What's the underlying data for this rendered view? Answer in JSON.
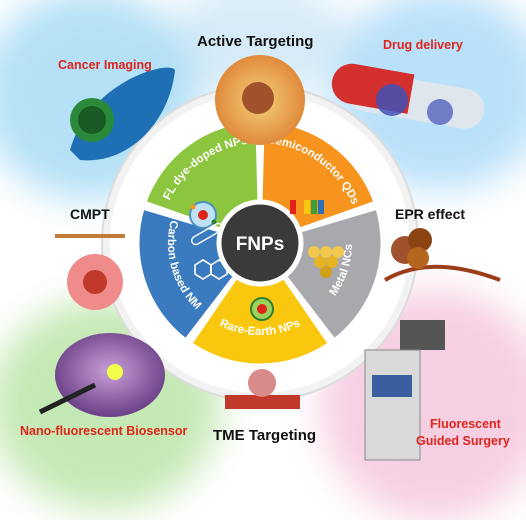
{
  "center": {
    "label": "FNPs"
  },
  "segments": [
    {
      "id": "fl-dye",
      "label": "FL dye-doped NPs",
      "color": "#8cc63f"
    },
    {
      "id": "semi-qd",
      "label": "Semiconductor QDs",
      "color": "#f7941d"
    },
    {
      "id": "metal-nc",
      "label": "Metal NCs",
      "color": "#a7a9ac"
    },
    {
      "id": "rare-earth",
      "label": "Rare-Earth NPs",
      "color": "#f9c80e"
    },
    {
      "id": "carbon",
      "label": "Carbon based NMs",
      "color": "#3a7bbf"
    }
  ],
  "applications": {
    "active_targeting": "Active Targeting",
    "cancer_imaging": "Cancer Imaging",
    "drug_delivery": "Drug delivery",
    "cmpt": "CMPT",
    "epr_effect": "EPR effect",
    "nano_biosensor": "Nano-fluorescent Biosensor",
    "tme_targeting": "TME Targeting",
    "fluorescent_surgery_line1": "Fluorescent",
    "fluorescent_surgery_line2": "Guided Surgery"
  }
}
